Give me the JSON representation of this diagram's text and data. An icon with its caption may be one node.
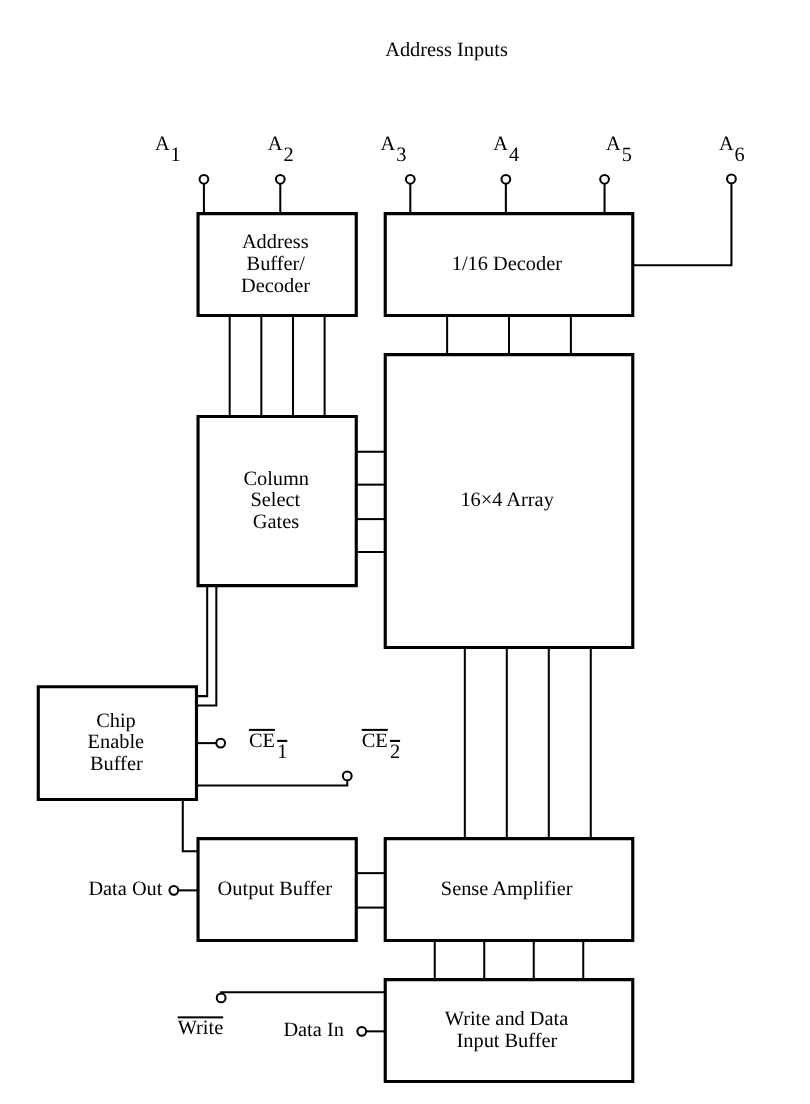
{
  "diagram": {
    "nodes": [
      {
        "text": [
          "A$_{1}$"
        ]
      },
      {
        "text": [
          "A$_{2}$"
        ]
      },
      {
        "text": [
          "A$_{3}$"
        ]
      },
      {
        "text": [
          "A$_{4}$"
        ]
      },
      {
        "text": [
          "A$_{5}$"
        ]
      },
      {
        "text": [
          "A$_{6}$"
        ]
      },
      {
        "text": [
          "Address Buffer/ Decoder"
        ]
      },
      {
        "text": [
          "1/16 Decoder"
        ]
      },
      {
        "text": [
          "Column Select Gates"
        ]
      },
      {
        "text": [
          "16×4 Array"
        ]
      },
      {
        "text": [
          "CE$_{1}$"
        ]
      },
      {
        "text": [
          "CE$_{2}$"
        ]
      },
      {
        "text": [
          "Chip Enable Buffer"
        ]
      },
      {
        "text": [
          "Data Out"
        ]
      },
      {
        "text": [
          "Output Buffer"
        ]
      },
      {
        "text": [
          "Sense Amplifier"
        ]
      },
      {
        "text": [
          "Data In"
        ]
      },
      {
        "text": [
          "Write"
        ]
      },
      {
        "text": [
          "Write and Data Input Buffer"
        ]
      }
    ],
    "edges": [
      {
        "from": 0,
        "to": 6,
        "arrow": "other"
      },
      {
        "from": 1,
        "to": 6,
        "arrow": "other"
      },
      {
        "from": 2,
        "to": 7,
        "arrow": "other"
      },
      {
        "from": 3,
        "to": 7,
        "arrow": "other"
      },
      {
        "from": 4,
        "to": 7,
        "arrow": "other"
      },
      {
        "from": 5,
        "to": 7,
        "arrow": "other"
      },
      {
        "from": 6,
        "to": 8,
        "arrow": "none"
      },
      {
        "from": 6,
        "to": 8,
        "arrow": "none"
      },
      {
        "from": 6,
        "to": 8,
        "arrow": "none"
      },
      {
        "from": 6,
        "to": 8,
        "arrow": "none"
      },
      {
        "from": 7,
        "to": 9,
        "arrow": "none"
      },
      {
        "from": 7,
        "to": 9,
        "arrow": "none"
      },
      {
        "from": 7,
        "to": 9,
        "arrow": "none"
      },
      {
        "from": 8,
        "to": 9,
        "arrow": "none"
      },
      {
        "from": 8,
        "to": 9,
        "arrow": "none"
      },
      {
        "from": 8,
        "to": 9,
        "arrow": "none"
      },
      {
        "from": 8,
        "to": 9,
        "arrow": "none"
      },
      {
        "from": 8,
        "to": 12,
        "arrow": "none"
      },
      {
        "from": 8,
        "to": 12,
        "arrow": "none"
      },
      {
        "from": 10,
        "to": 12,
        "arrow": "other"
      },
      {
        "from": 11,
        "to": 12,
        "arrow": "other"
      },
      {
        "from": 12,
        "to": 14,
        "arrow": "none"
      },
      {
        "from": 13,
        "to": 14,
        "arrow": "other"
      },
      {
        "from": 14,
        "to": 15,
        "arrow": "none"
      },
      {
        "from": 14,
        "to": 15,
        "arrow": "none"
      },
      {
        "from": 9,
        "to": 15,
        "arrow": "none"
      },
      {
        "from": 9,
        "to": 15,
        "arrow": "none"
      },
      {
        "from": 9,
        "to": 15,
        "arrow": "none"
      },
      {
        "from": 9,
        "to": 15,
        "arrow": "none"
      },
      {
        "from": 15,
        "to": 18,
        "arrow": "none"
      },
      {
        "from": 15,
        "to": 18,
        "arrow": "none"
      },
      {
        "from": 15,
        "to": 18,
        "arrow": "none"
      },
      {
        "from": 15,
        "to": 18,
        "arrow": "none"
      },
      {
        "from": 16,
        "to": 18,
        "arrow": "other"
      },
      {
        "from": 17,
        "to": 18,
        "arrow": "other"
      }
    ],
    "labels": [
      "Address Inputs"
    ]
  }
}
